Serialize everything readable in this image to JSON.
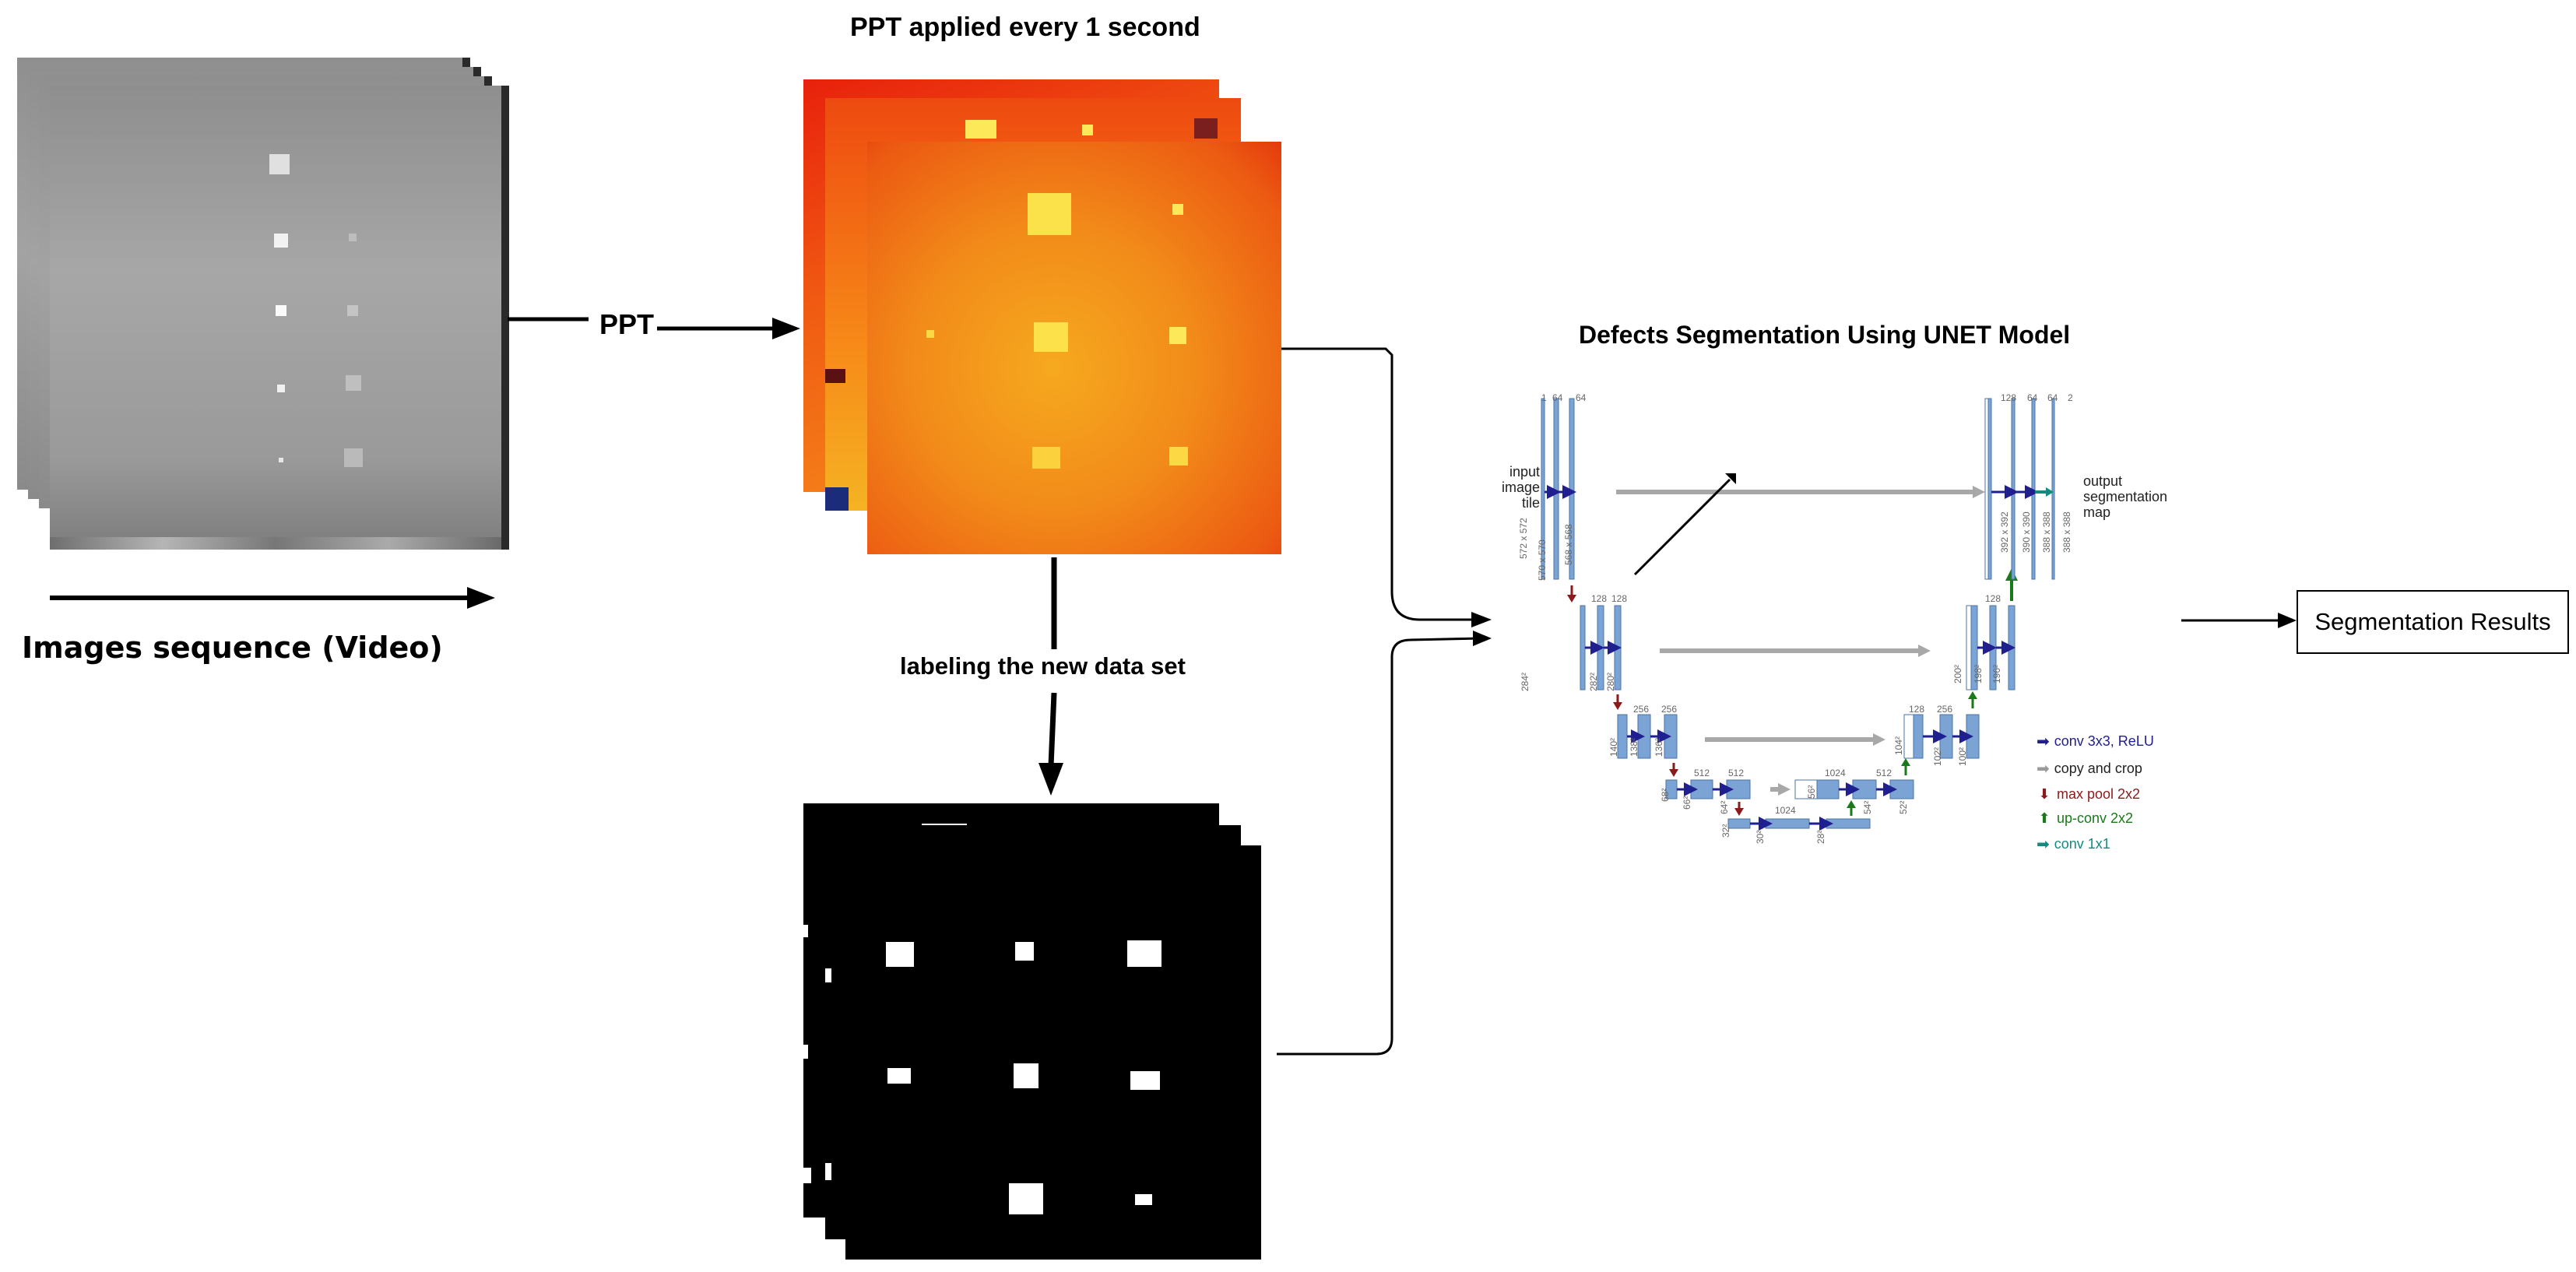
{
  "sequence": {
    "label": "Images sequence (Video)"
  },
  "ppt_step": {
    "title": "PPT applied every 1 second",
    "arrow_label": "PPT",
    "labeling_label": "labeling the new data set"
  },
  "unet": {
    "title": "Defects Segmentation Using UNET Model",
    "input_label": "input\nimage\ntile",
    "output_label": "output\nsegmentation\nmap",
    "channels": {
      "l1_in": "1",
      "l1_a": "64",
      "l1_b": "64",
      "l2_a": "128",
      "l2_b": "128",
      "l3_a": "256",
      "l3_b": "256",
      "l4_a": "512",
      "l4_b": "512",
      "bottom": "1024",
      "bottom_b": "1024",
      "u4_a": "512",
      "u3_a": "256",
      "u3_b": "128",
      "u2_a": "128",
      "out_a": "128",
      "out_b": "64",
      "out_c": "64",
      "out_d": "2"
    },
    "sizes": {
      "s572": "572 x 572",
      "s570": "570 x 570",
      "s568": "568 x 568",
      "s284": "284²",
      "s282": "282²",
      "s280": "280²",
      "s140": "140²",
      "s138": "138²",
      "s136": "136²",
      "s68": "68²",
      "s66": "66²",
      "s64": "64²",
      "s32": "32²",
      "s30": "30²",
      "s28": "28²",
      "s56": "56²",
      "s54": "54²",
      "s52": "52²",
      "s104": "104²",
      "s102": "102²",
      "s100": "100²",
      "s200": "200²",
      "s198": "198²",
      "s196": "196²",
      "s392": "392 x 392",
      "s390": "390 x 390",
      "s388a": "388 x 388",
      "s388b": "388 x 388"
    },
    "legend": [
      {
        "label": "conv 3x3, ReLU",
        "color": "#1f1f8f"
      },
      {
        "label": "copy and crop",
        "color": "#9a9a9a"
      },
      {
        "label": "max pool 2x2",
        "color": "#8b1a1a"
      },
      {
        "label": "up-conv 2x2",
        "color": "#1a7a1a"
      },
      {
        "label": "conv 1x1",
        "color": "#138a80"
      }
    ]
  },
  "result": {
    "label": "Segmentation Results"
  },
  "colors": {
    "block": "#7ba3d3",
    "block_border": "#4a74a8",
    "arrow": "#000000"
  }
}
